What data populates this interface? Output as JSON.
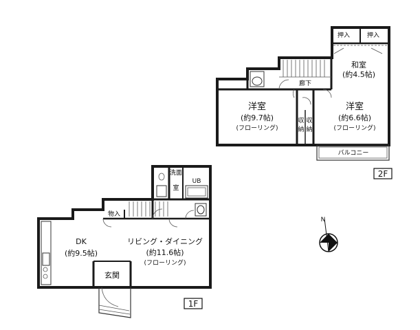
{
  "floor2": {
    "badge": "2F",
    "rooms": {
      "western1": {
        "name": "洋室",
        "size": "(約9.7帖)",
        "floor": "(フローリング)"
      },
      "western2": {
        "name": "洋室",
        "size": "(約6.6帖)",
        "floor": "(フローリング)"
      },
      "japanese": {
        "name": "和室",
        "size": "(約4.5帖)"
      },
      "closet1": "押入",
      "closet2": "押入",
      "hall": "廊下",
      "storage1": "収納",
      "storage2": "収納",
      "balcony": "バルコニー"
    }
  },
  "floor1": {
    "badge": "1F",
    "rooms": {
      "dk": {
        "name": "DK",
        "size": "(約9.5帖)"
      },
      "living": {
        "name": "リビング・ダイニング",
        "size": "(約11.6帖)",
        "floor": "(フローリング)"
      },
      "storage": "物入",
      "washroom1": "洗面",
      "washroom2": "室",
      "bath": "UB",
      "entrance": "玄関"
    }
  },
  "compass": {
    "north": "N"
  }
}
